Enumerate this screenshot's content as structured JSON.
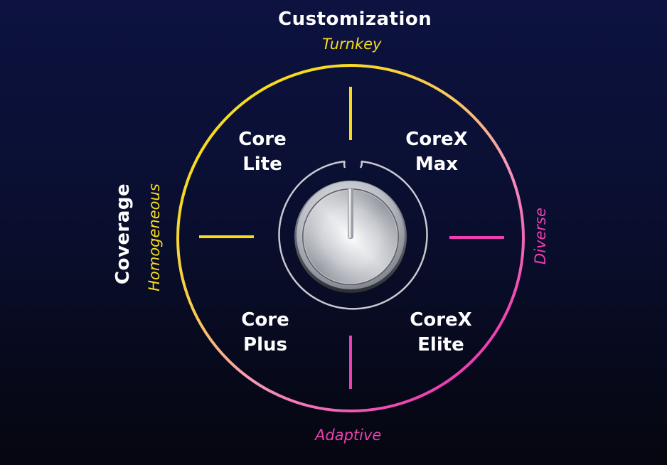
{
  "axes": {
    "vertical": {
      "title": "Customization",
      "top_label": "Turnkey",
      "bottom_label": "Adaptive"
    },
    "horizontal": {
      "title": "Coverage",
      "left_label": "Homogeneous",
      "right_label": "Diverse"
    }
  },
  "quadrants": {
    "top_left": {
      "line1": "Core",
      "line2": "Lite"
    },
    "top_right": {
      "line1": "CoreX",
      "line2": "Max"
    },
    "bottom_left": {
      "line1": "Core",
      "line2": "Plus"
    },
    "bottom_right": {
      "line1": "CoreX",
      "line2": "Elite"
    }
  },
  "colors": {
    "yellow": "#f7dc1e",
    "pink": "#ee3fb2",
    "white": "#ffffff",
    "background_top": "#0d1240",
    "background_bottom": "#05060f"
  }
}
